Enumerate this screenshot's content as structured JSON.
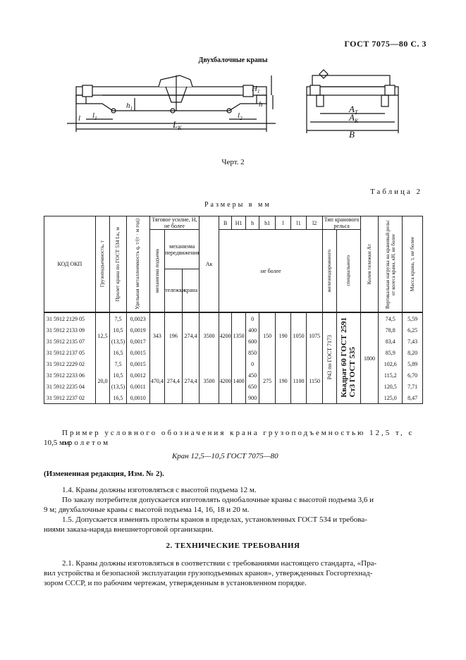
{
  "header": {
    "doc_ref": "ГОСТ 7075—80 С. 3"
  },
  "figure": {
    "subtitle": "Двухбалочные краны",
    "caption": "Черт. 2",
    "labels": {
      "H1": "H",
      "H1_sub": "1",
      "h1": "h",
      "h1_sub": "1",
      "h": "h",
      "l": "l",
      "l1": "l",
      "l1_sub": "1",
      "l2": "l",
      "l2_sub": "2",
      "LK": "L",
      "LK_sub": "K",
      "AT": "A",
      "AT_sub": "T",
      "AK": "A",
      "AK_sub": "K",
      "B": "B"
    }
  },
  "table": {
    "number": "Таблица 2",
    "units": "Размеры в мм",
    "headers": {
      "code": "КОД ОКП",
      "capacity": "Грузоподъемность, т",
      "span": "Пролет крана по ГОСТ 534 Lк, м",
      "metal": "Удельная металлоемкость q, т/(т · м год)",
      "traction": "Тяговое усилие, Н, не более",
      "lift_mech": "механизма подъема",
      "move_mech": "механизма передвижения",
      "trolley": "тележки",
      "crane": "крана",
      "ak": "Ак",
      "B": "B",
      "H1": "H1",
      "h": "h",
      "h1": "h1",
      "l": "l",
      "l1": "l1",
      "l2": "l2",
      "not_more": "не более",
      "rail_type": "Тип кранового рельса",
      "railway": "железнодорожного",
      "special": "специального",
      "gauge": "Колея тележки Ат",
      "wheel_load": "Вертикальная нагрузка на крановый рельс от колеса крана, кН, не более",
      "mass": "Масса крана, т, не более"
    },
    "rows": [
      {
        "code": "31 5912 2129 05",
        "span": "7,5",
        "q": "0,0023",
        "h": "0",
        "load": "74,5",
        "mass": "5,59"
      },
      {
        "code": "31 5912 2133 09",
        "span": "10,5",
        "q": "0,0019",
        "h": "400",
        "load": "78,8",
        "mass": "6,25"
      },
      {
        "code": "31 5912 2135 07",
        "span": "(13,5)",
        "q": "0,0017",
        "h": "600",
        "load": "83,4",
        "mass": "7,43"
      },
      {
        "code": "31 5912 2137 05",
        "span": "16,5",
        "q": "0,0015",
        "h": "850",
        "load": "85,9",
        "mass": "8,20"
      },
      {
        "code": "31 5912 2229 02",
        "span": "7,5",
        "q": "0,0015",
        "h": "0",
        "load": "102,6",
        "mass": "5,89"
      },
      {
        "code": "31 5912 2233 06",
        "span": "10,5",
        "q": "0,0012",
        "h": "450",
        "load": "115,2",
        "mass": "6,70"
      },
      {
        "code": "31 5912 2235 04",
        "span": "(13,5)",
        "q": "0,0011",
        "h": "650",
        "load": "120,5",
        "mass": "7,71"
      },
      {
        "code": "31 5912 2237 02",
        "span": "16,5",
        "q": "0,0010",
        "h": "900",
        "load": "125,0",
        "mass": "8,47"
      }
    ],
    "group1": {
      "capacity": "12,5",
      "lift": "343",
      "trolley": "196",
      "crane": "274,4",
      "ak": "3500",
      "B": "4200",
      "H1": "1350",
      "h1": "150",
      "l": "190",
      "l1": "1050",
      "l2": "1075"
    },
    "group2": {
      "capacity": "20,0",
      "lift": "470,4",
      "trolley": "274,4",
      "crane": "274,4",
      "ak": "3500",
      "B": "4200",
      "H1": "1400",
      "h1": "275",
      "l": "190",
      "l1": "1100",
      "l2": "1150"
    },
    "railway_rail": "Р43 по ГОСТ 7173",
    "special_rail_1": "Квадрат 60 ГОСТ 2591",
    "special_rail_2": "Ст3 ГОСТ 535",
    "gauge": "1800"
  },
  "text": {
    "example_line1": "Пример условного обозначения крана грузоподъемностью 12,5 т, с пролетом",
    "example_line2": "10,5 мм:",
    "designation": "Кран 12,5—10,5 ГОСТ 7075—80",
    "revision": "(Измененная редакция, Изм. № 2).",
    "p14": "1.4. Краны должны изготовляться с высотой подъема 12 м.",
    "p14b_line1": "По заказу потребителя допускается изготовлять однобалочные краны с высотой подъема 3,6 и",
    "p14b_line2": "9 м; двухбалочные краны с высотой подъема 14, 16, 18 и 20 м.",
    "p15_line1": "1.5. Допускается изменять пролеты кранов в пределах, установленных ГОСТ 534 и требова-",
    "p15_line2": "ниями заказа-наряда внешнеторговой организации.",
    "section_title": "2. ТЕХНИЧЕСКИЕ ТРЕБОВАНИЯ",
    "p21_line1": "2.1. Краны должны изготовляться в соответствии с требованиями настоящего стандарта, «Пра-",
    "p21_line2": "вил устройства и безопасной эксплуатации грузоподъемных кранов», утвержденных Госгортехнад-",
    "p21_line3": "зором СССР, и по рабочим чертежам, утвержденным в установленном порядке."
  }
}
